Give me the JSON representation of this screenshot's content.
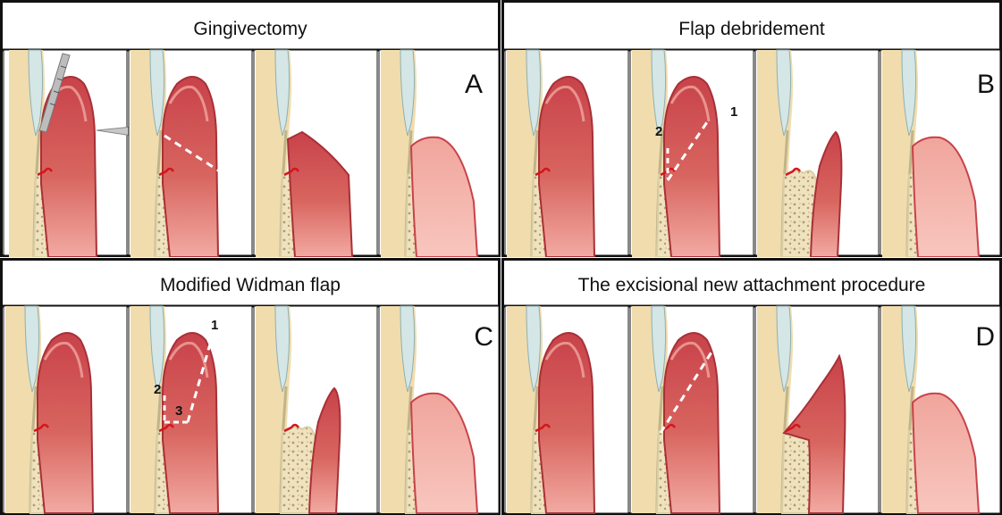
{
  "panels": [
    {
      "title": "Gingivectomy",
      "letter": "A"
    },
    {
      "title": "Flap debridement",
      "letter": "B",
      "numbers": [
        "1",
        "2"
      ]
    },
    {
      "title": "Modified Widman flap",
      "letter": "C",
      "numbers": [
        "1",
        "2",
        "3"
      ]
    },
    {
      "title": "The excisional new attachment procedure",
      "letter": "D"
    }
  ],
  "colors": {
    "border": "#111111",
    "tooth": "#f1dcae",
    "enamel": "#d4e6e6",
    "gum_dark": "#c8424a",
    "gum_light": "#f2a8a0",
    "gum_edge": "#a83037",
    "bone": "#efe2bf",
    "bone_dots": "#b49b6a",
    "pdl": "#c0b48a",
    "instrument": "#bdbdbd",
    "incision_line": "#ffffff"
  }
}
